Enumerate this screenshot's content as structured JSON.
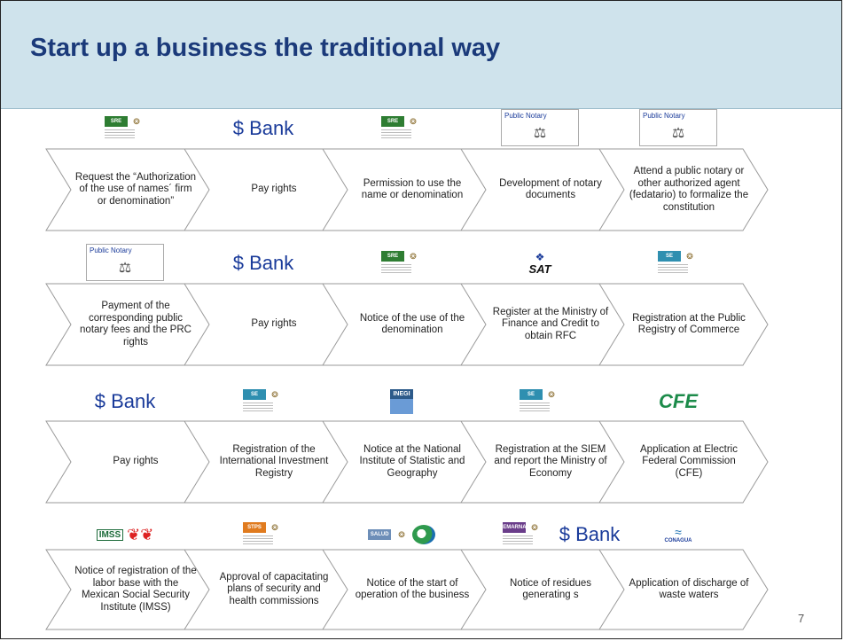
{
  "title": "Start up a business the traditional way",
  "page_number": "7",
  "logos": {
    "bank": "$ Bank",
    "public_notary": "Public Notary",
    "sat": "SAT",
    "cfe": "CFE",
    "sre": "SRE",
    "se": "SE",
    "stps": "STPS",
    "salud": "SALUD",
    "semarnat": "SEMARNAT",
    "inegi": "INEGI",
    "imss": "IMSS",
    "conagua": "CONAGUA"
  },
  "rows": [
    {
      "steps": [
        {
          "text": "Request the “Authorization of the use of names´ firm or denomination”",
          "icon": "sre"
        },
        {
          "text": "Pay rights",
          "icon": "bank"
        },
        {
          "text": "Permission to use the name or denomination",
          "icon": "sre"
        },
        {
          "text": "Development of notary documents",
          "icon": "public-notary"
        },
        {
          "text": "Attend a public notary or other authorized agent (fedatario) to formalize the constitution",
          "icon": "public-notary"
        }
      ]
    },
    {
      "steps": [
        {
          "text": "Payment of the corresponding public notary fees and the PRC rights",
          "icon": "public-notary"
        },
        {
          "text": "Pay rights",
          "icon": "bank"
        },
        {
          "text": "Notice of the use of the denomination",
          "icon": "sre"
        },
        {
          "text": "Register at the Ministry of Finance and Credit to obtain RFC",
          "icon": "sat"
        },
        {
          "text": "Registration at the Public Registry of Commerce",
          "icon": "se"
        }
      ]
    },
    {
      "steps": [
        {
          "text": "Pay rights",
          "icon": "bank"
        },
        {
          "text": "Registration of the International Investment Registry",
          "icon": "se"
        },
        {
          "text": "Notice at the National Institute of Statistic and Geography",
          "icon": "inegi"
        },
        {
          "text": "Registration at the SIEM and report the Ministry of Economy",
          "icon": "se"
        },
        {
          "text": "Application at Electric Federal Commission (CFE)",
          "icon": "cfe"
        }
      ]
    },
    {
      "steps": [
        {
          "text": "Notice of registration  of the labor base with the Mexican Social Security Institute (IMSS)",
          "icon": "imss"
        },
        {
          "text": "Approval of capacitating plans of security and health commissions",
          "icon": "stps"
        },
        {
          "text": "Notice of the start of operation of the business",
          "icon": "salud"
        },
        {
          "text": "Notice of residues generating s",
          "icon": "semarnat-bank"
        },
        {
          "text": "Application of discharge of waste waters",
          "icon": "conagua"
        }
      ]
    }
  ]
}
